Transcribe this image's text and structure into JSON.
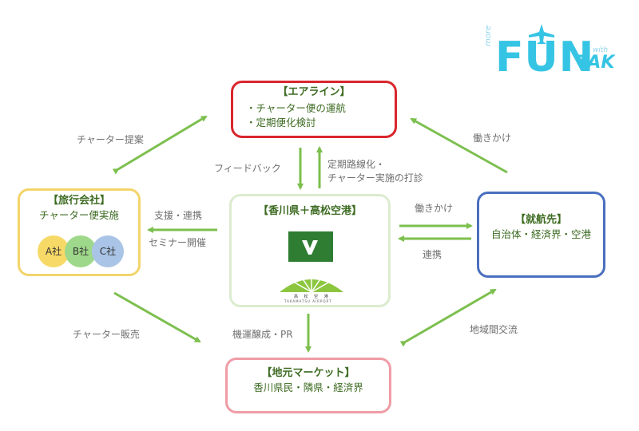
{
  "brand": {
    "more": "more",
    "fun": "FUN",
    "with": "with",
    "tak": "TAK"
  },
  "airline": {
    "title": "【エアライン】",
    "items": [
      "・チャーター便の運航",
      "・定期便化検討"
    ]
  },
  "travel": {
    "title": "【旅行会社】",
    "subtitle": "チャーター便実施",
    "companies": [
      "A社",
      "B社",
      "C社"
    ]
  },
  "kagawa": {
    "title": "【香川県＋高松空港】",
    "logo_ja": "高 松 空 港",
    "logo_en": "TAKAMATSU AIRPORT"
  },
  "destination": {
    "title": "【就航先】",
    "subtitle": "自治体・経済界・空港"
  },
  "market": {
    "title": "【地元マーケット】",
    "subtitle": "香川県民・隣県・経済界"
  },
  "labels": {
    "charter_proposal": "チャーター提案",
    "feedback": "フィードバック",
    "regularization_1": "定期路線化・",
    "regularization_2": "チャーター実施の打診",
    "approach_top": "働きかけ",
    "support": "支援・連携",
    "seminar": "セミナー開催",
    "approach_mid": "働きかけ",
    "cooperation": "連携",
    "charter_sales": "チャーター販売",
    "promotion": "機運醸成・PR",
    "regional_exchange": "地域間交流"
  },
  "colors": {
    "arrow": "#7cbf4e",
    "airline": "#d9262d",
    "travel": "#f3d46b",
    "destination": "#4a6fbf",
    "market": "#ef9ca6",
    "brand": "#35c4e4"
  }
}
